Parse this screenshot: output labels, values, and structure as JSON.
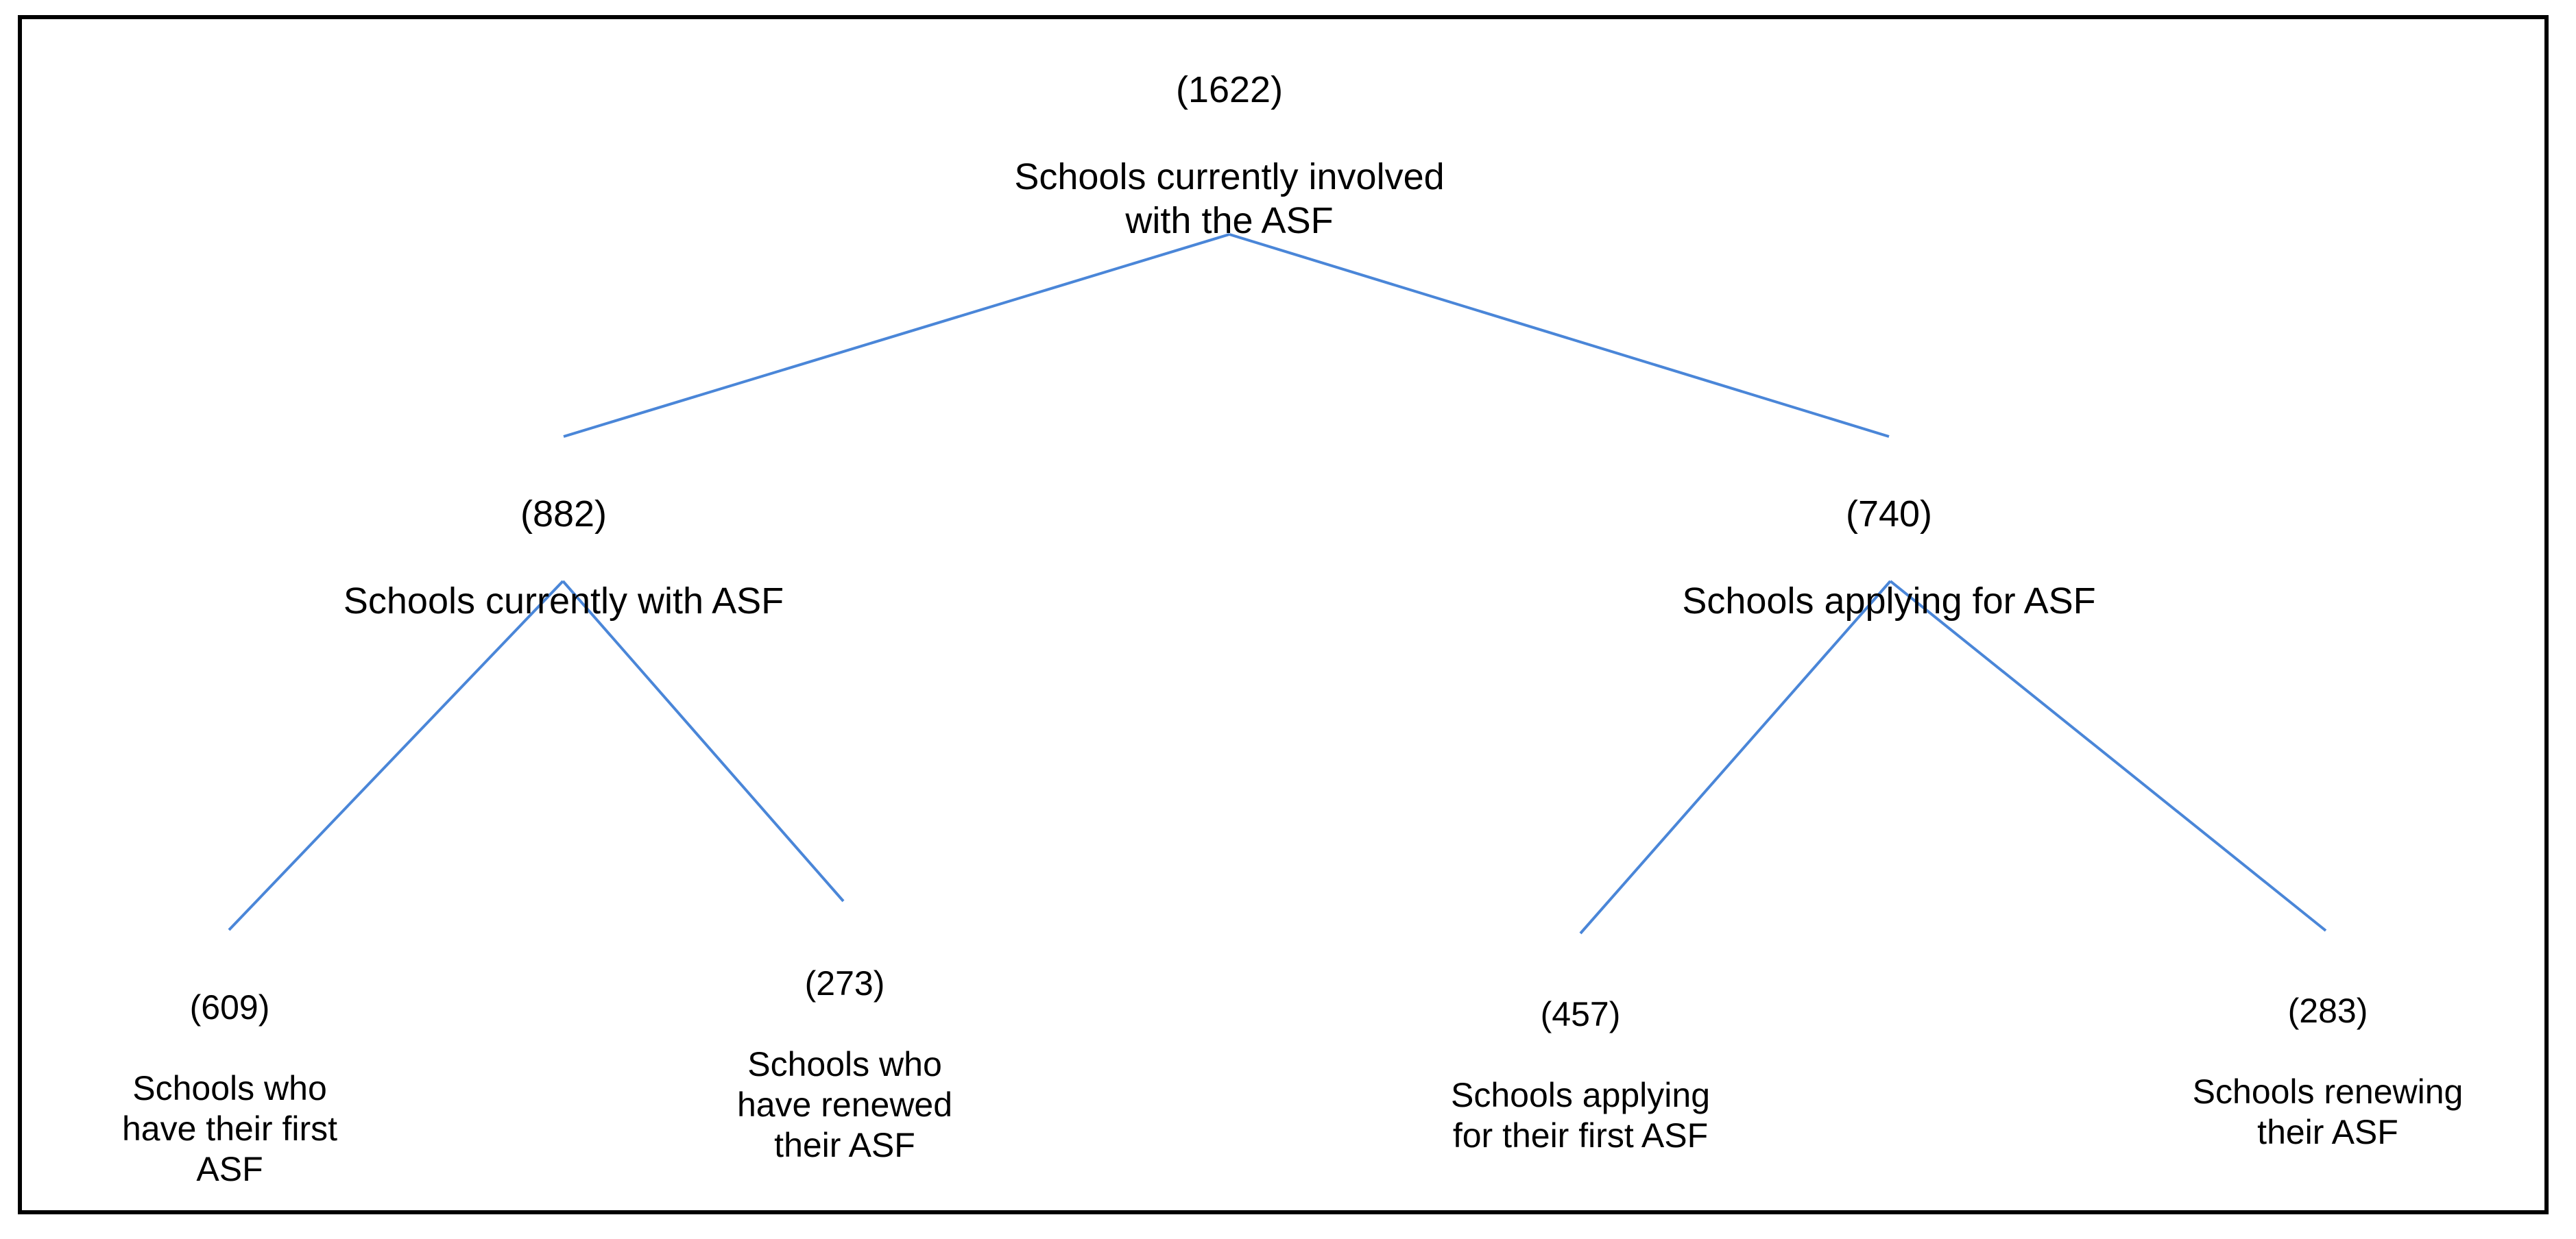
{
  "diagram": {
    "title_text": "",
    "line_color": "#4A86D8",
    "border_color": "#000000",
    "text_color": "#000000",
    "background": "#FFFFFF"
  },
  "nodes": {
    "root": {
      "count": "(1622)",
      "label": "Schools currently involved\nwith the ASF"
    },
    "current": {
      "count": "(882)",
      "label": "Schools currently with ASF"
    },
    "applying": {
      "count": "(740)",
      "label": "Schools applying for ASF"
    },
    "first_asf": {
      "count": "(609)",
      "label": "Schools who\nhave their first\nASF"
    },
    "renewed_asf": {
      "count": "(273)",
      "label": "Schools who\nhave renewed\ntheir ASF"
    },
    "applying_first": {
      "count": "(457)",
      "label": "Schools applying\nfor their first ASF"
    },
    "renewing": {
      "count": "(283)",
      "label": "Schools renewing\ntheir ASF"
    }
  },
  "chart_data": {
    "type": "tree",
    "title": "Schools currently involved with the ASF",
    "root": {
      "value": 1622,
      "label": "Schools currently involved with the ASF",
      "children": [
        {
          "value": 882,
          "label": "Schools currently with ASF",
          "children": [
            {
              "value": 609,
              "label": "Schools who have their first ASF"
            },
            {
              "value": 273,
              "label": "Schools who have renewed their ASF"
            }
          ]
        },
        {
          "value": 740,
          "label": "Schools applying for ASF",
          "children": [
            {
              "value": 457,
              "label": "Schools applying for their first ASF"
            },
            {
              "value": 283,
              "label": "Schools renewing their ASF"
            }
          ]
        }
      ]
    },
    "levels": 3,
    "leaf_total": 1622
  }
}
